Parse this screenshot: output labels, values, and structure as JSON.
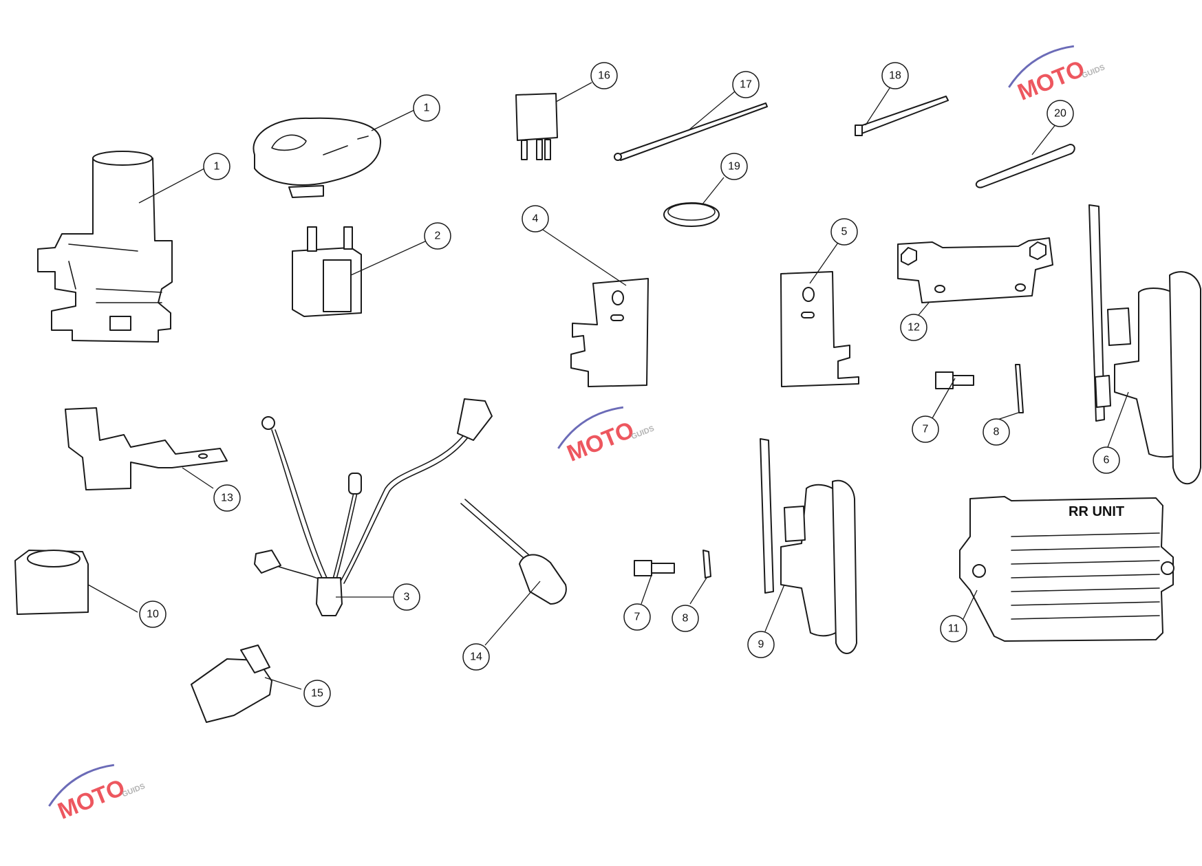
{
  "diagram": {
    "callouts": [
      {
        "id": "c1a",
        "label": "1"
      },
      {
        "id": "c1b",
        "label": "1"
      },
      {
        "id": "c2",
        "label": "2"
      },
      {
        "id": "c3",
        "label": "3"
      },
      {
        "id": "c4",
        "label": "4"
      },
      {
        "id": "c5",
        "label": "5"
      },
      {
        "id": "c6",
        "label": "6"
      },
      {
        "id": "c7a",
        "label": "7"
      },
      {
        "id": "c7b",
        "label": "7"
      },
      {
        "id": "c8a",
        "label": "8"
      },
      {
        "id": "c8b",
        "label": "8"
      },
      {
        "id": "c9",
        "label": "9"
      },
      {
        "id": "c10",
        "label": "10"
      },
      {
        "id": "c11",
        "label": "11"
      },
      {
        "id": "c12",
        "label": "12"
      },
      {
        "id": "c13",
        "label": "13"
      },
      {
        "id": "c14",
        "label": "14"
      },
      {
        "id": "c15",
        "label": "15"
      },
      {
        "id": "c16",
        "label": "16"
      },
      {
        "id": "c17",
        "label": "17"
      },
      {
        "id": "c18",
        "label": "18"
      },
      {
        "id": "c19",
        "label": "19"
      },
      {
        "id": "c20",
        "label": "20"
      }
    ],
    "rr_unit_label": "RR UNIT"
  },
  "watermark": {
    "brand": "MOTO",
    "sub": "GUIDS",
    "colors": {
      "red": "#e8202a",
      "blue": "#3a3aa0",
      "gray": "#9a9a9a"
    }
  }
}
